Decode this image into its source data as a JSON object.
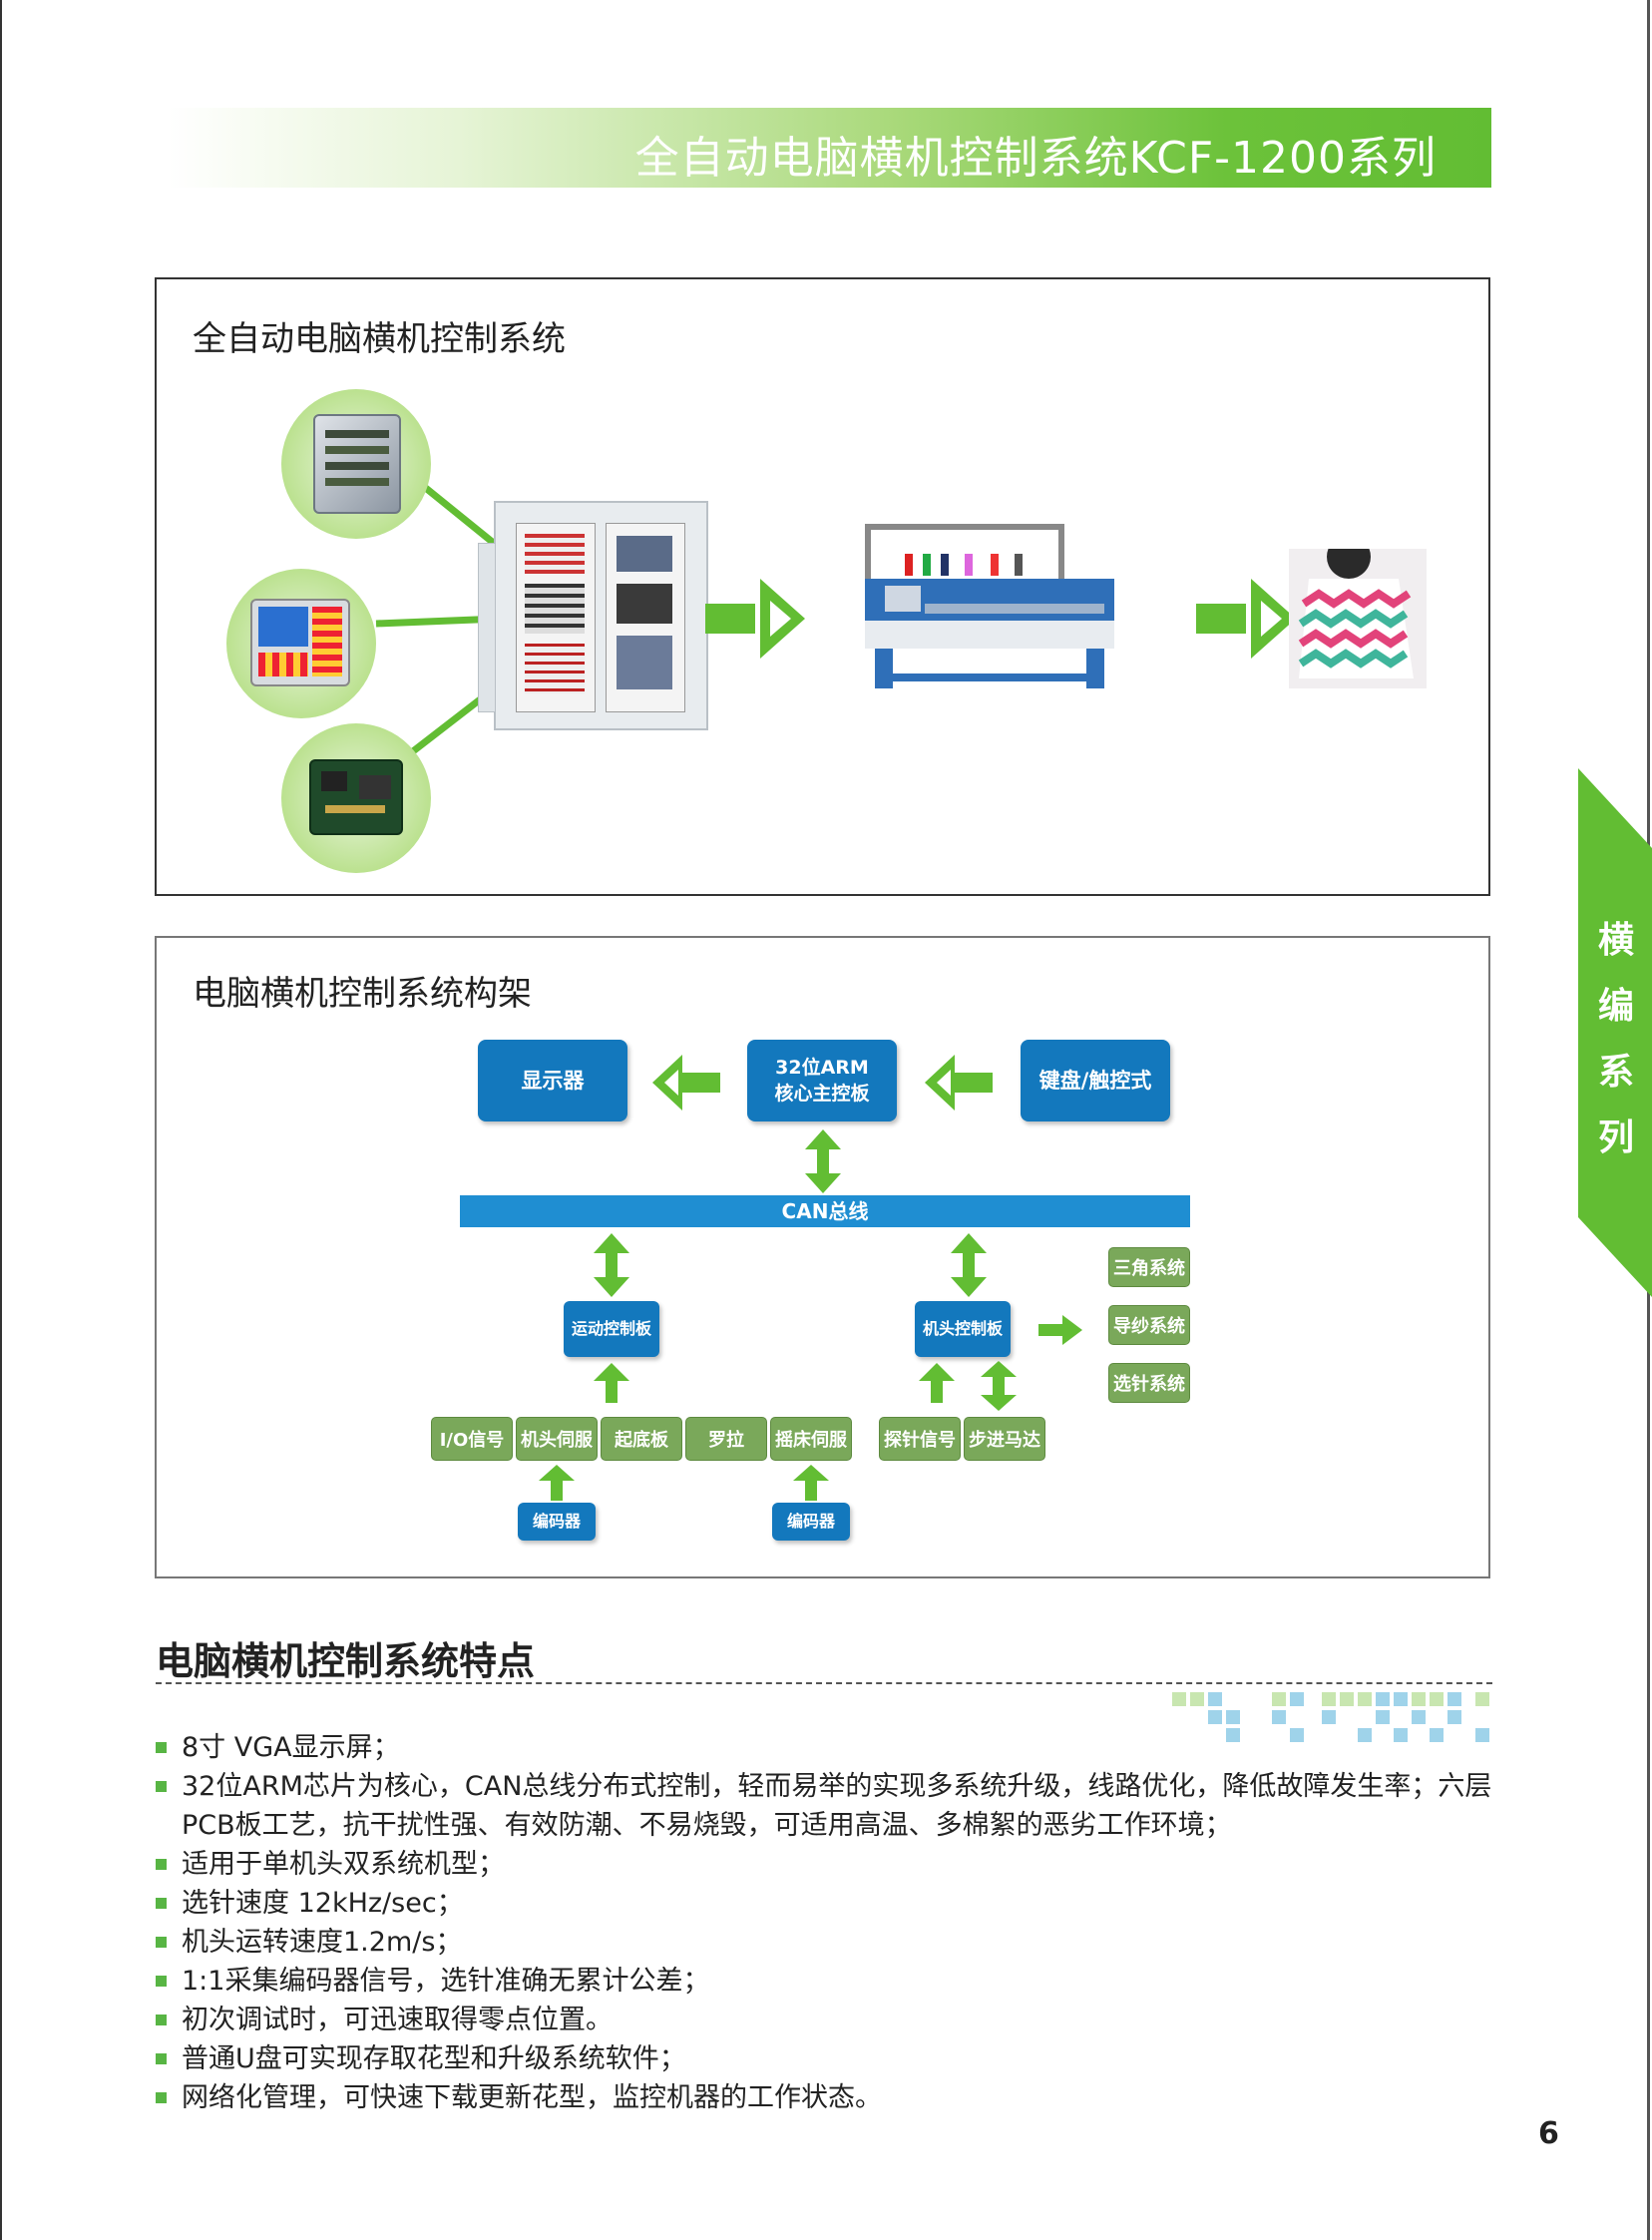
{
  "header": {
    "title": "全自动电脑横机控制系统KCF-1200系列"
  },
  "side_tab": {
    "label": "横编系列"
  },
  "panel_system": {
    "title": "全自动电脑横机控制系统"
  },
  "panel_architecture": {
    "title": "电脑横机控制系统构架",
    "display": "显示器",
    "mainboard": "32位ARM 核心主控板",
    "keyboard": "键盘/触控式",
    "can_bus": "CAN总线",
    "motion_board": "运动控制板",
    "head_board": "机头控制板",
    "subsystems": [
      "三角系统",
      "导纱系统",
      "选针系统"
    ],
    "motion_inputs": [
      "I/O信号",
      "机头伺服",
      "起底板",
      "罗拉",
      "摇床伺服"
    ],
    "head_inputs": [
      "探针信号",
      "步进马达"
    ],
    "encoder_1": "编码器",
    "encoder_2": "编码器"
  },
  "features": {
    "title": "电脑横机控制系统特点",
    "items": [
      "8寸 VGA显示屏；",
      "32位ARM芯片为核心，CAN总线分布式控制，轻而易举的实现多系统升级，线路优化，降低故障发生率；六层PCB板工艺，抗干扰性强、有效防潮、不易烧毁，可适用高温、多棉絮的恶劣工作环境；",
      "适用于单机头双系统机型；",
      "选针速度 12kHz/sec；",
      "机头运转速度1.2m/s；",
      "1:1采集编码器信号，选针准确无累计公差；",
      "初次调试时，可迅速取得零点位置。",
      "普通U盘可实现存取花型和升级系统软件；",
      "网络化管理，可快速下载更新花型，监控机器的工作状态。"
    ]
  },
  "page_number": "6",
  "colors": {
    "accent_green": "#62bd33",
    "diagram_blue": "#1378bd",
    "box_green": "#7aa85a"
  }
}
